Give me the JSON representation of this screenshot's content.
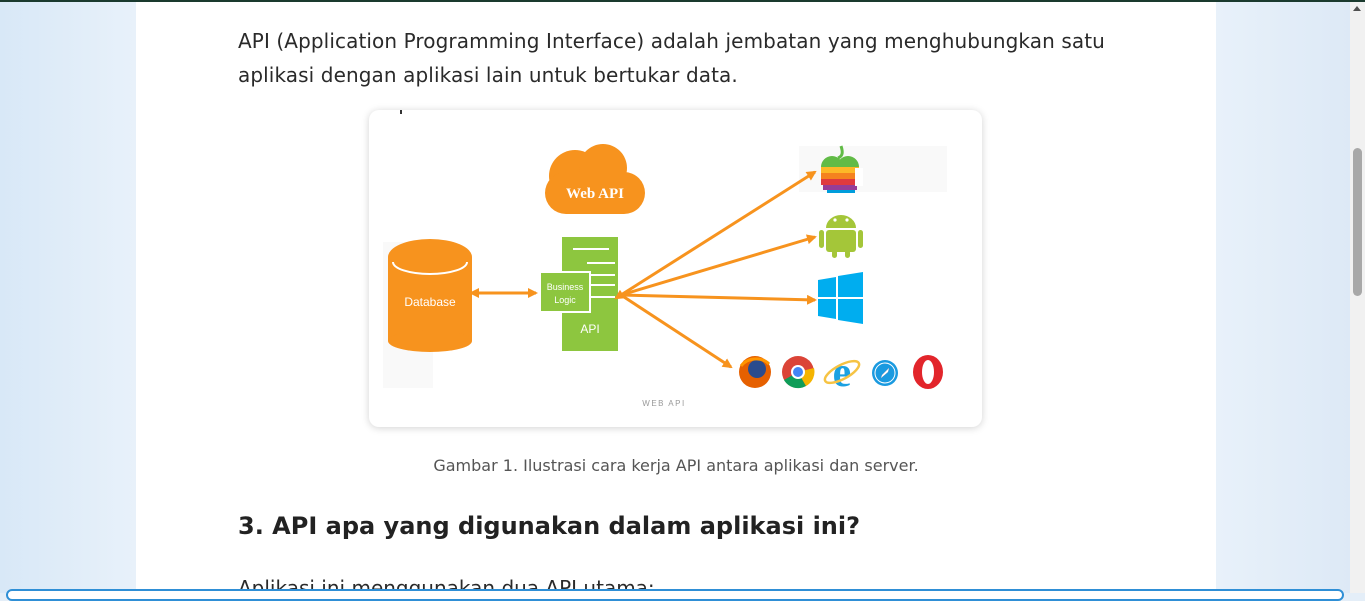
{
  "article": {
    "intro": "API (Application Programming Interface) adalah jembatan yang menghubungkan satu aplikasi dengan aplikasi lain untuk bertukar data.",
    "caption": "Gambar 1. Ilustrasi cara kerja API antara aplikasi dan server.",
    "heading": "3. API apa yang digunakan dalam aplikasi ini?",
    "next_paragraph": "Aplikasi ini menggunakan dua API utama:"
  },
  "diagram": {
    "cloud_label": "Web API",
    "database_label": "Database",
    "logic_label_line1": "Business",
    "logic_label_line2": "Logic",
    "api_label": "API",
    "footer_label": "WEB API",
    "icons": [
      "apple-icon",
      "android-icon",
      "windows-icon",
      "firefox-icon",
      "chrome-icon",
      "internet-explorer-icon",
      "safari-icon",
      "opera-icon"
    ]
  },
  "colors": {
    "accent_orange": "#f7931e",
    "api_green": "#8dc63f",
    "heading_text": "#222222",
    "body_text": "#2a2a2a",
    "bottom_bar_border": "#2f8fd6"
  }
}
